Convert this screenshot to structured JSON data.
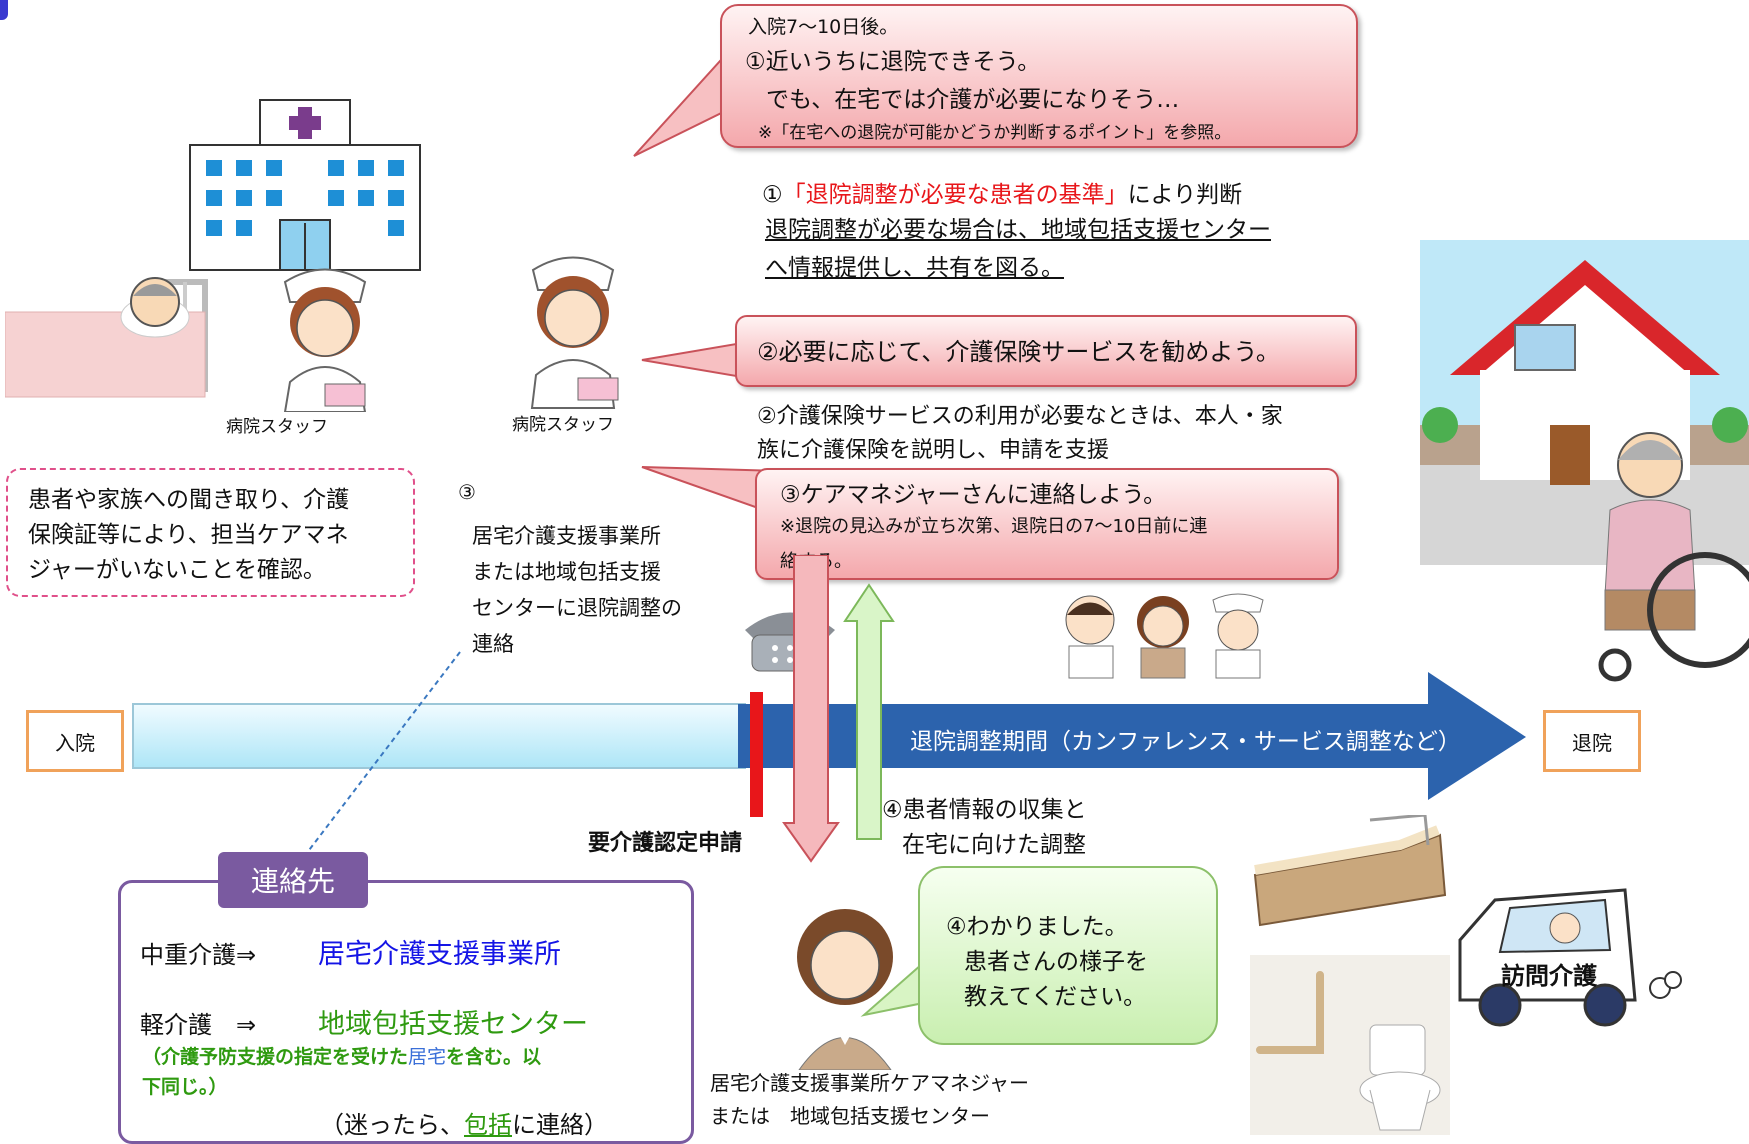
{
  "bubble1": {
    "line1": "入院7～10日後。",
    "line2": "①近いうちに退院できそう。",
    "line3": "でも、在宅では介護が必要になりそう…",
    "note": "※「在宅への退院が可能かどうか判断するポイント」を参照。"
  },
  "criteria": {
    "prefix": "①",
    "red": "「退院調整が必要な患者の基準」",
    "suffix": "により判断",
    "line2": "退院調整が必要な場合は、地域包括支援センター",
    "line3": "へ情報提供し、共有を図る。"
  },
  "bubble2": {
    "text": "②必要に応じて、介護保険サービスを勧めよう。"
  },
  "explain2": {
    "line1": "②介護保険サービスの利用が必要なときは、本人・家",
    "line2": "族に介護保険を説明し、申請を支援"
  },
  "bubble3": {
    "title": "③ケアマネジャーさんに連絡しよう。",
    "note_line1": "※退院の見込みが立ち次第、退院日の7～10日前に連",
    "note_line2": "絡する。"
  },
  "staff_label_left": "病院スタッフ",
  "staff_label_center": "病院スタッフ",
  "check_box": {
    "line1": "患者や家族への聞き取り、介護",
    "line2": "保険証等により、担当ケアマネ",
    "line3": "ジャーがいないことを確認。"
  },
  "step3": {
    "num": "③",
    "line1": "居宅介護支援事業所",
    "line2": "または地域包括支援",
    "line3": "センターに退院調整の",
    "line4": "連絡"
  },
  "timeline": {
    "start": "入院",
    "end": "退院",
    "period": "退院調整期間（カンファレンス・サービス調整など）"
  },
  "application_label": "要介護認定申請",
  "step4": {
    "line1": "④患者情報の収集と",
    "line2": "在宅に向けた調整"
  },
  "bubble4": {
    "line1": "④わかりました。",
    "line2": "患者さんの様子を",
    "line3": "教えてください。"
  },
  "caremanager_label": {
    "line1": "居宅介護支援事業所ケアマネジャー",
    "line2": "または　地域包括支援センター"
  },
  "contact": {
    "title": "連絡先",
    "row1_label": "中重介護⇒",
    "row1_value": "居宅介護支援事業所",
    "row2_label": "軽介護　⇒",
    "row2_value": "地域包括支援センター",
    "note_a": "（介護予防支援の指定を受けた",
    "note_b": "居宅",
    "note_c": "を含む。以",
    "note_d": "下同じ。）",
    "footer_a": "（迷ったら、",
    "footer_b": "包括",
    "footer_c": "に連絡）"
  },
  "van_label": "訪問介護",
  "colors": {
    "red": "#e8161a",
    "blue": "#1414e6",
    "green": "#2f9a10",
    "purple": "#7a5aa0",
    "arrow_blue": "#2c63ad"
  }
}
